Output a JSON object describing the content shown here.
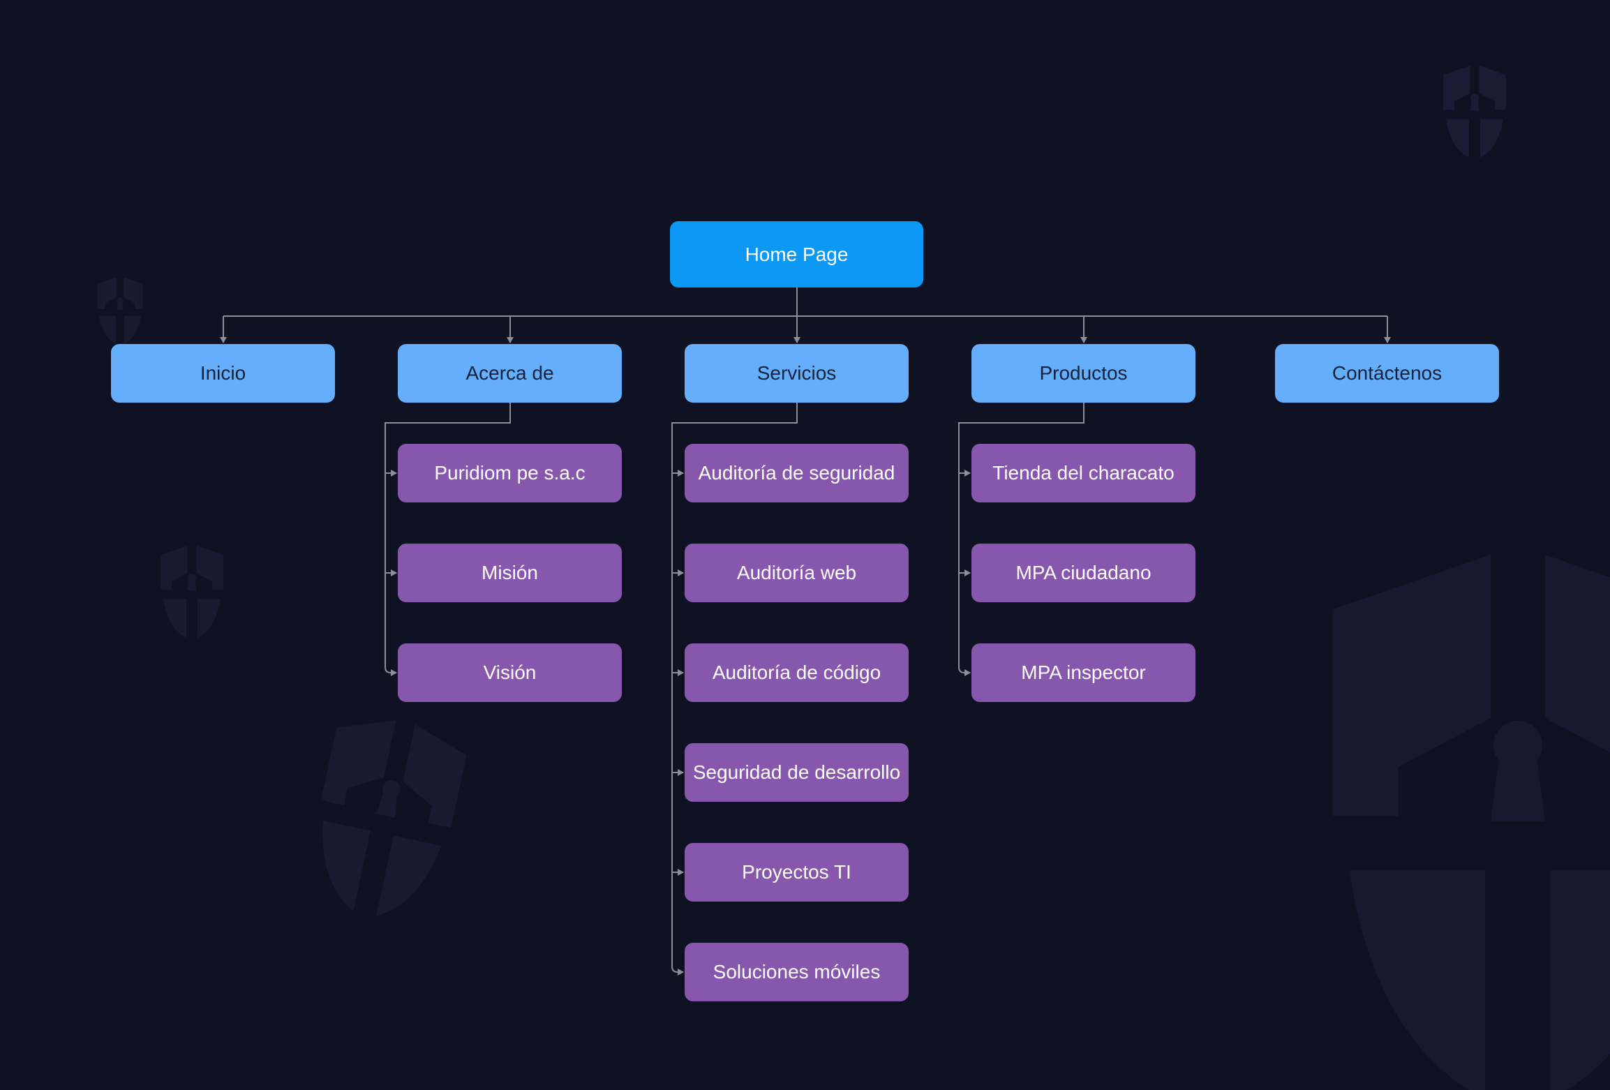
{
  "diagram": {
    "colors": {
      "background": "#0f1223",
      "root": "#0c99f5",
      "section": "#64aefc",
      "page": "#8757ad",
      "connector": "#8a8f9c",
      "watermark": "#1a1d33"
    },
    "root": {
      "label": "Home Page"
    },
    "sections": [
      {
        "label": "Inicio",
        "children": []
      },
      {
        "label": "Acerca de",
        "children": [
          {
            "label": "Puridiom pe s.a.c"
          },
          {
            "label": "Misión"
          },
          {
            "label": "Visión"
          }
        ]
      },
      {
        "label": "Servicios",
        "children": [
          {
            "label": "Auditoría de seguridad"
          },
          {
            "label": "Auditoría web"
          },
          {
            "label": "Auditoría de código"
          },
          {
            "label": "Seguridad de desarrollo"
          },
          {
            "label": "Proyectos TI"
          },
          {
            "label": "Soluciones móviles"
          }
        ]
      },
      {
        "label": "Productos",
        "children": [
          {
            "label": "Tienda del characato"
          },
          {
            "label": "MPA ciudadano"
          },
          {
            "label": "MPA inspector"
          }
        ]
      },
      {
        "label": "Contáctenos",
        "children": []
      }
    ],
    "watermark_icon": "shield-keyhole-icon"
  }
}
